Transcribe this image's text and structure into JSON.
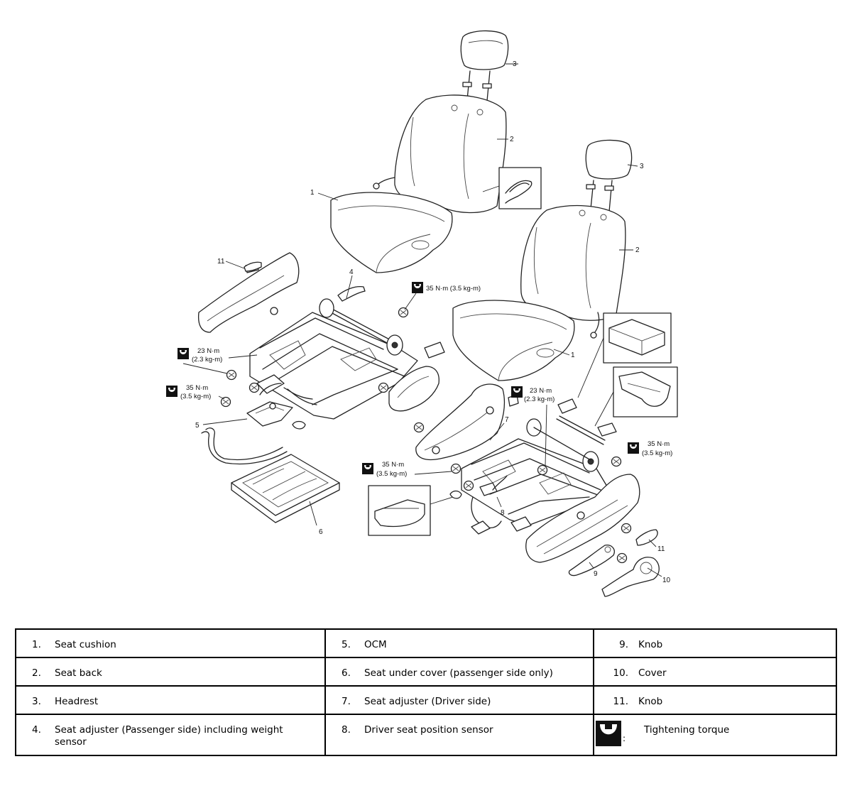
{
  "diagram": {
    "callouts": [
      "1",
      "2",
      "3",
      "4",
      "5",
      "6",
      "7",
      "8",
      "9",
      "10",
      "11"
    ],
    "torques": {
      "a": "35 N·m (3.5 kg-m)",
      "b_line1": "23 N·m",
      "b_line2": "(2.3 kg-m)",
      "c_line1": "35 N·m",
      "c_line2": "(3.5 kg-m)",
      "d_line1": "23 N·m",
      "d_line2": "(2.3 kg-m)",
      "e_line1": "35 N·m",
      "e_line2": "(3.5 kg-m)",
      "f_line1": "35 N·m",
      "f_line2": "(3.5 kg-m)"
    }
  },
  "legend": {
    "col1": [
      {
        "num": "1.",
        "text": "Seat cushion"
      },
      {
        "num": "2.",
        "text": "Seat back"
      },
      {
        "num": "3.",
        "text": "Headrest"
      },
      {
        "num": "4.",
        "text": "Seat adjuster (Passenger side) including weight sensor"
      }
    ],
    "col2": [
      {
        "num": "5.",
        "text": "OCM"
      },
      {
        "num": "6.",
        "text": "Seat under cover (passenger side only)"
      },
      {
        "num": "7.",
        "text": "Seat adjuster (Driver side)"
      },
      {
        "num": "8.",
        "text": "Driver seat position sensor"
      }
    ],
    "col3": [
      {
        "num": "9.",
        "text": "Knob"
      },
      {
        "num": "10.",
        "text": "Cover"
      },
      {
        "num": "11.",
        "text": "Knob"
      },
      {
        "icon": "torque-wrench-icon",
        "colon": ":",
        "text": "Tightening torque"
      }
    ]
  }
}
